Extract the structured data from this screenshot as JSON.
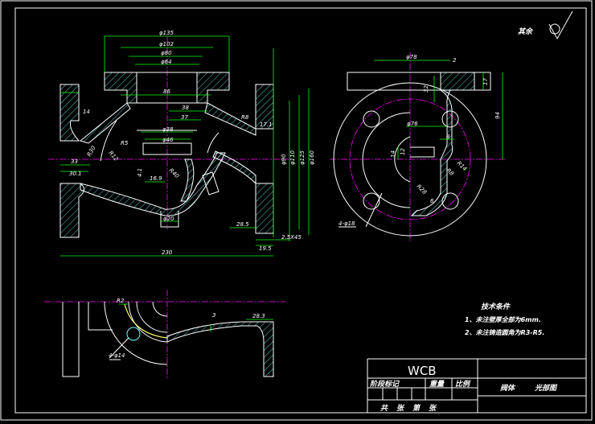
{
  "header": {
    "roughness_note": "其余",
    "roughness_symbol": "check-roughness"
  },
  "front_view": {
    "dims": [
      "φ135",
      "φ102",
      "φ80",
      "φ64",
      "86",
      "38",
      "37",
      "φ38",
      "φ46",
      "14",
      "33",
      "30.1",
      "230",
      "28.5",
      "19.5",
      "2.5X45",
      "φ90",
      "φ110",
      "φ125",
      "φ160",
      "φ20",
      "16.9",
      "4.1",
      "R40",
      "R30",
      "R12",
      "R5",
      "R8",
      "17.1"
    ]
  },
  "side_view": {
    "dims": [
      "φ78",
      "2",
      "32",
      "17",
      "94",
      "φ76",
      "8",
      "14",
      "12",
      "R14",
      "R8",
      "R28",
      "6",
      "4-φ18"
    ]
  },
  "plan_view": {
    "dims": [
      "28.3",
      "3",
      "4-φ14",
      "R2"
    ]
  },
  "tech_notes": {
    "title": "技术条件",
    "items": [
      "1、未注壁厚全部为6mm.",
      "2、未注铸造圆角为R3-R5."
    ]
  },
  "title_block": {
    "material": "WCB",
    "part_name": "阀体",
    "drawing_type": "光部图",
    "stage_label": "阶段标记",
    "weight_label": "重量",
    "scale_label": "比例",
    "sheets_total_label": "共",
    "sheets_unit_label": "张",
    "sheet_label": "第",
    "sheet_unit_label": "张"
  },
  "colors": {
    "outline": "#ffffff",
    "dimension": "#00ff00",
    "centerline": "#ff00ff",
    "hatch": "#66ffff"
  }
}
